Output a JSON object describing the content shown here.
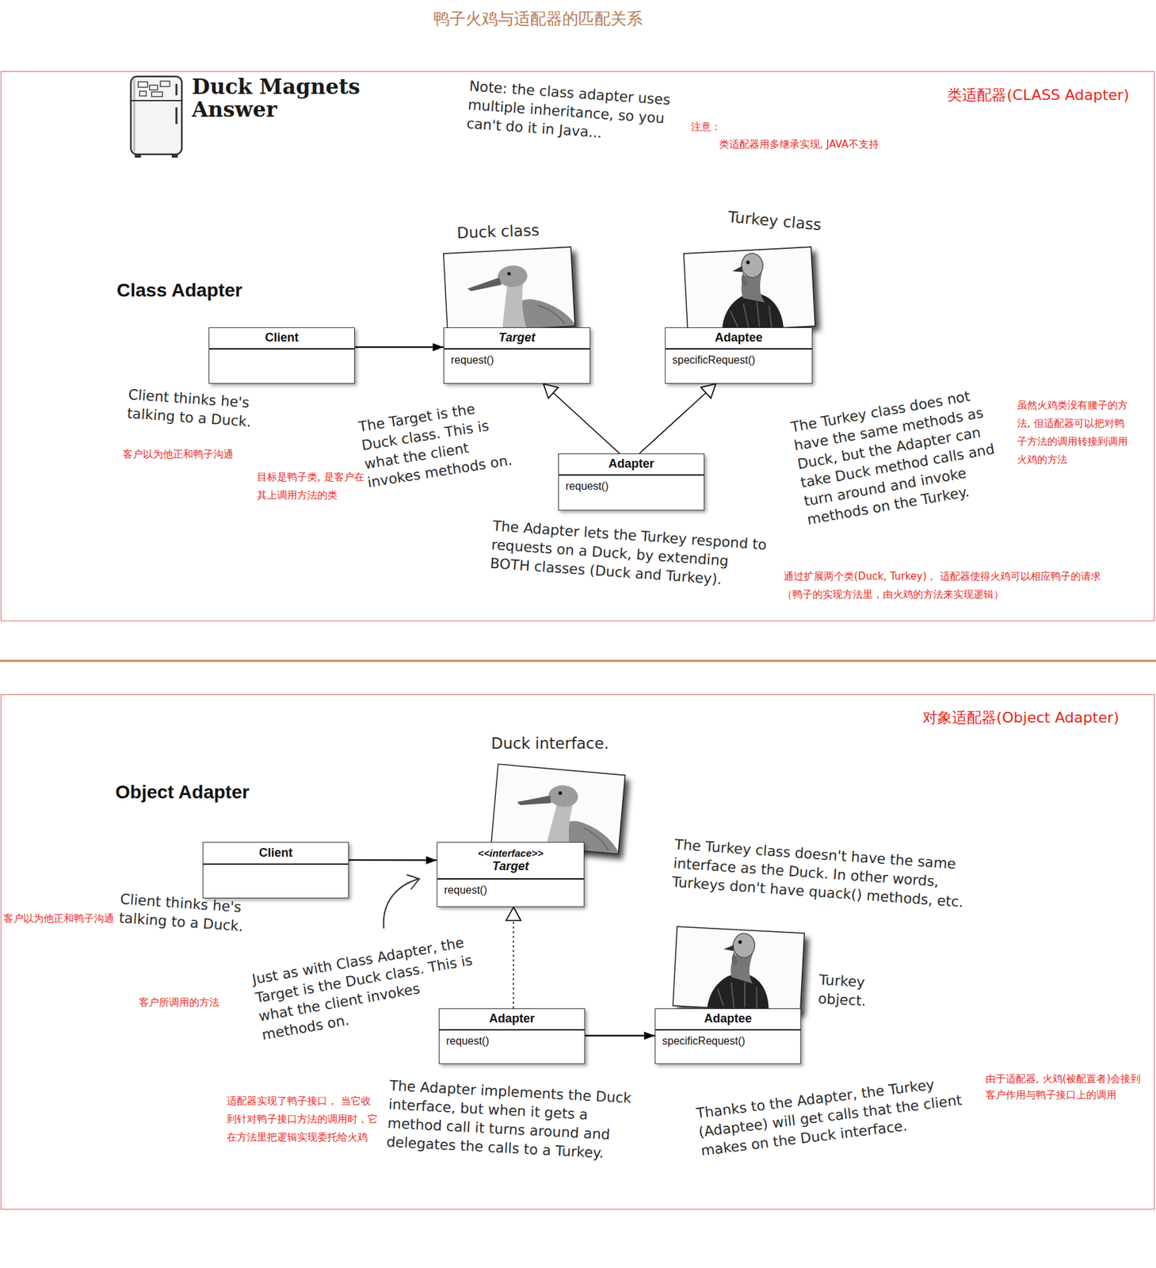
{
  "diagram": {
    "title": "鸭子火鸡与适配器的匹配关系",
    "nodes": [
      {
        "text": [
          "类适配器(CLASS Adapter)"
        ]
      },
      {
        "text": [
          "Client"
        ],
        "in": 0
      },
      {
        "text": [
          "Target",
          "request()"
        ],
        "in": 0
      },
      {
        "text": [
          "Adaptee",
          "specificRequest()"
        ],
        "in": 0
      },
      {
        "text": [
          "Adapter",
          "request()"
        ],
        "in": 0
      },
      {
        "text": [
          "对象适配器(Object Adapter)"
        ]
      },
      {
        "text": [
          "Client"
        ],
        "in": 5
      },
      {
        "text": [
          "<<interface>>",
          "Target",
          "request()"
        ],
        "in": 5
      },
      {
        "text": [
          "Adapter",
          "request()"
        ],
        "in": 5
      },
      {
        "text": [
          "Adaptee",
          "specificRequest()"
        ],
        "in": 5
      }
    ],
    "edges": [
      {
        "from": 1,
        "to": 2,
        "arrow": "to"
      },
      {
        "from": 4,
        "to": 2,
        "arrow": "to"
      },
      {
        "from": 4,
        "to": 3,
        "arrow": "to"
      },
      {
        "from": 6,
        "to": 7,
        "arrow": "to"
      },
      {
        "from": 8,
        "to": 7,
        "arrow": "to"
      },
      {
        "from": 8,
        "to": 9,
        "arrow": "to"
      }
    ],
    "labels": [
      "Duck Magnets Answer",
      "Note: the class adapter uses multiple inheritance, so you can't do it in Java...",
      "注意：",
      "类适配器用多继承实现, JAVA不支持",
      "Class Adapter",
      "Duck class",
      "Turkey class",
      "Client thinks he's talking to a Duck.",
      "客户以为他正和鸭子沟通",
      "目标是鸭子类, 是客户在其上调用方法的类",
      "The Target is the Duck class. This is what the client invokes methods on.",
      "The Adapter lets the Turkey respond to requests on a Duck, by extending BOTH classes (Duck and Turkey).",
      "通过扩展两个类(Duck, Turkey)， 适配器使得火鸡可以相应鸭子的请求",
      "（鸭子的实现方法里，由火鸡的方法来实现逻辑）",
      "The Turkey class does not have the same methods as Duck, but the Adapter can take Duck method calls and turn around and invoke methods on the Turkey.",
      "虽然火鸡类没有腰子的方法, 但适配器可以把对鸭子方法的调用转接到调用火鸡的方法",
      "Object Adapter",
      "Duck interface.",
      "客户以为他正和鸭子沟通",
      "Client thinks he's talking to a Duck.",
      "客户所调用的方法",
      "Just as with Class Adapter, the Target is the Duck class. This is what the client invokes methods on.",
      "The Turkey class doesn't have the same interface as the Duck. In other words, Turkeys don't have quack() methods, etc.",
      "Turkey object.",
      "适配器实现了鸭子接口， 当它收到针对鸭子接口方法的调用时，它在方法里把逻辑实现委托给火鸡",
      "The Adapter implements the Duck interface, but when it gets a method call it turns around and delegates the calls to a Turkey.",
      "Thanks to the Adapter, the Turkey (Adaptee) will get calls that the client makes on the Duck interface.",
      "由于适配器, 火鸡(被配置者)会接到客户作用与鸭子接口上的调用"
    ]
  }
}
